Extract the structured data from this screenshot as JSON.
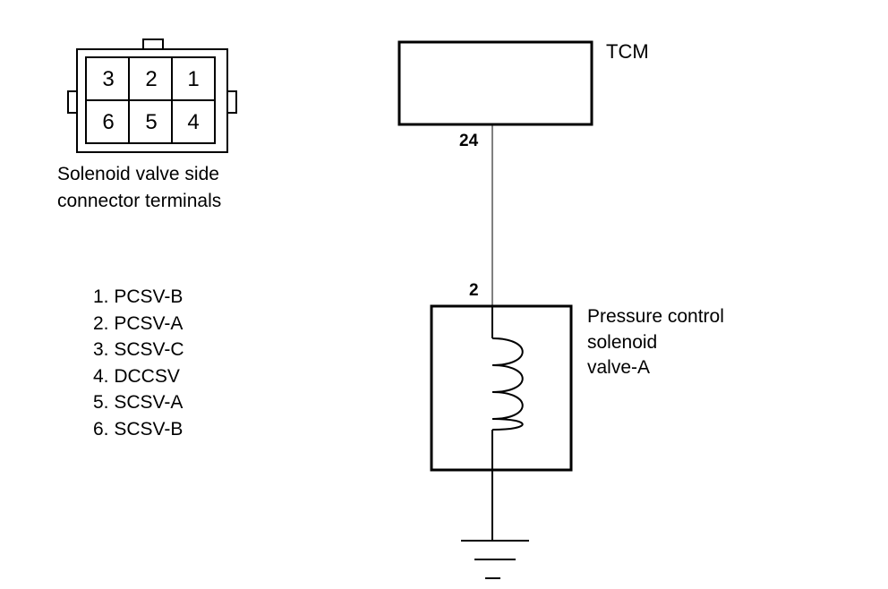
{
  "connector": {
    "pins_top": [
      "3",
      "2",
      "1"
    ],
    "pins_bottom": [
      "6",
      "5",
      "4"
    ],
    "caption_line1": "Solenoid valve side",
    "caption_line2": "connector terminals"
  },
  "pin_list": [
    "1. PCSV-B",
    "2. PCSV-A",
    "3. SCSV-C",
    "4. DCCSV",
    "5. SCSV-A",
    "6. SCSV-B"
  ],
  "tcm": {
    "label": "TCM",
    "pin": "24"
  },
  "solenoid": {
    "pin": "2",
    "label_line1": "Pressure control",
    "label_line2": "solenoid",
    "label_line3": "valve-A"
  }
}
